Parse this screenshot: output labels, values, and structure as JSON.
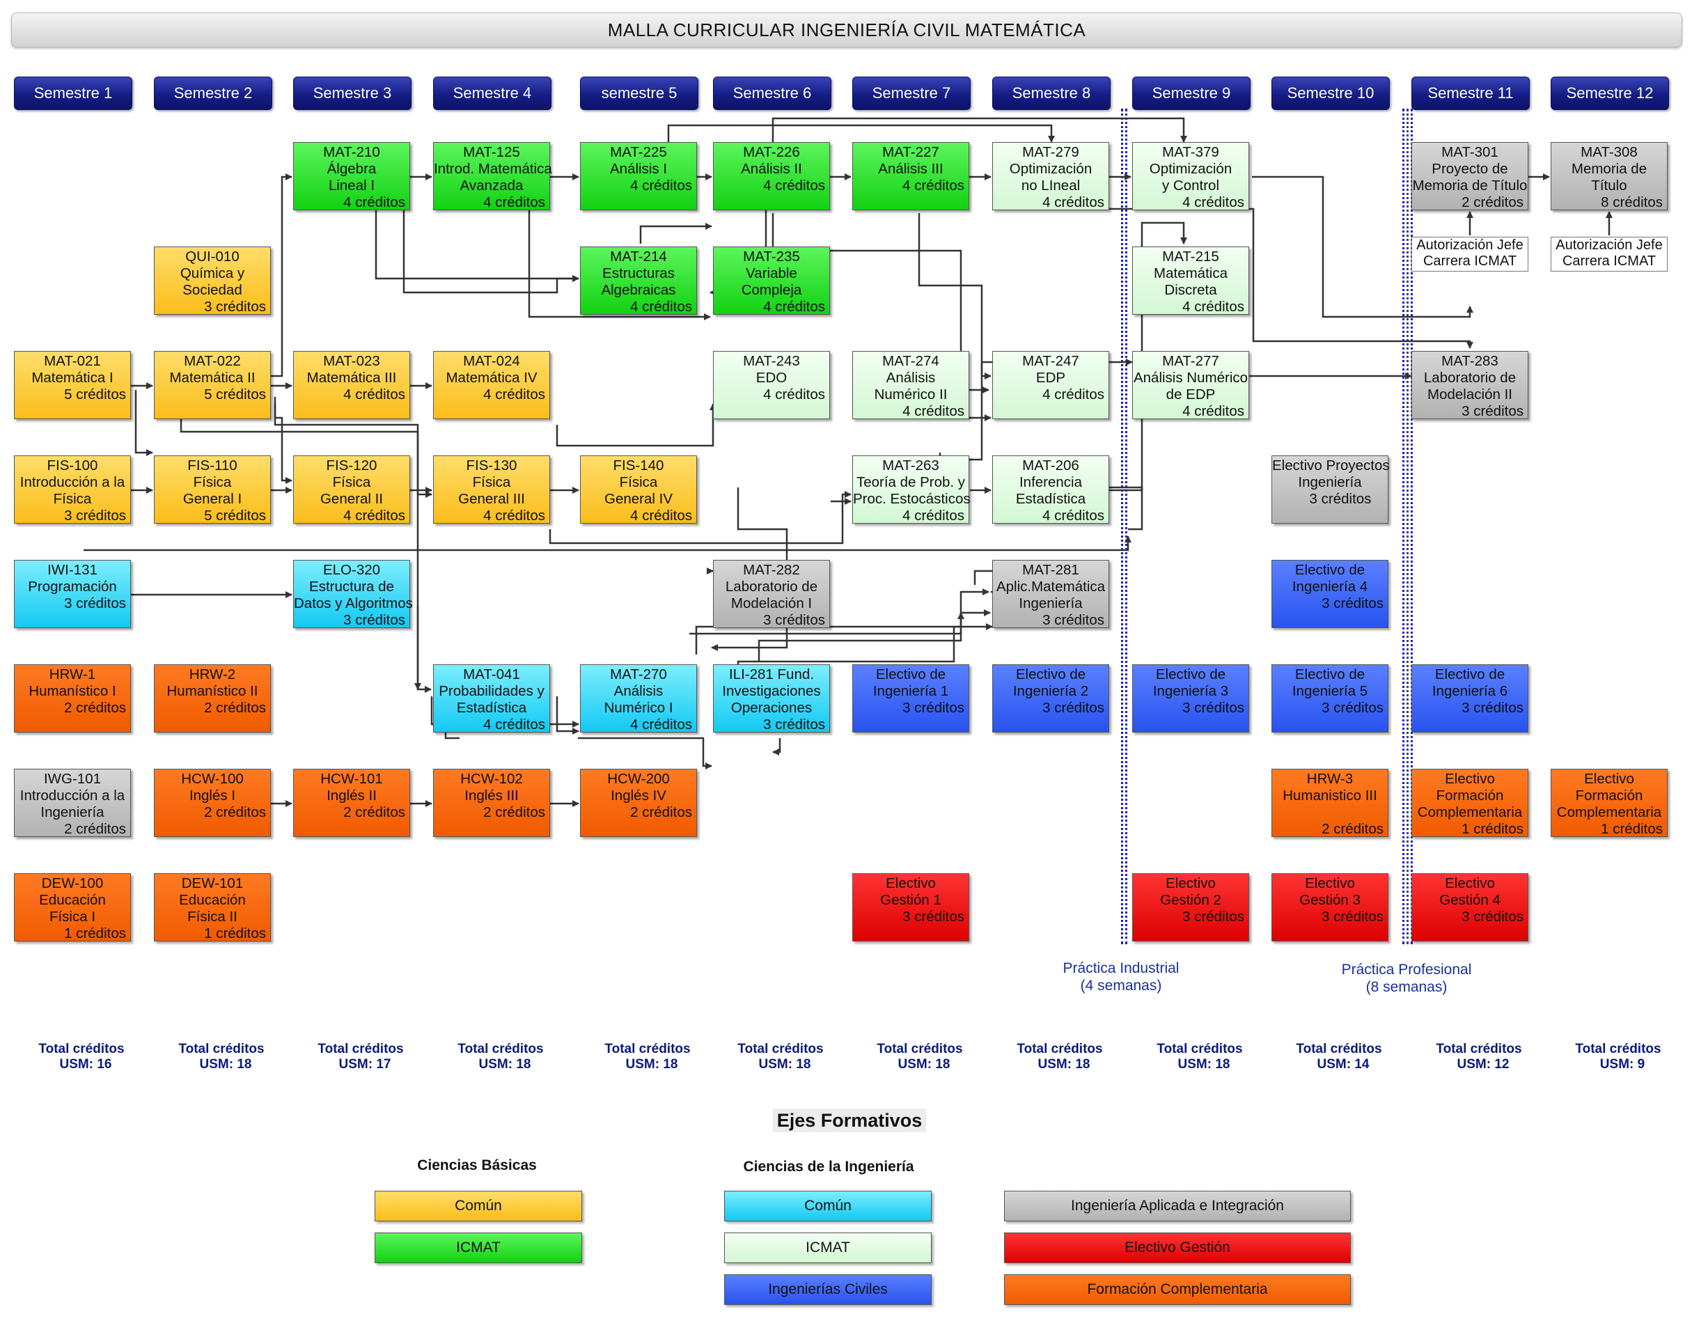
{
  "title": "MALLA CURRICULAR INGENIERÍA CIVIL MATEMÁTICA",
  "semesters": [
    "Semestre 1",
    "Semestre 2",
    "Semestre 3",
    "Semestre 4",
    "semestre 5",
    "Semestre 6",
    "Semestre 7",
    "Semestre 8",
    "Semestre 9",
    "Semestre 10",
    "Semestre 11",
    "Semestre 12"
  ],
  "courses": {
    "mat210": {
      "lines": [
        "MAT-210",
        "Álgebra",
        "Lineal I"
      ],
      "credits": "4 créditos"
    },
    "mat125": {
      "lines": [
        "MAT-125",
        "Introd. Matemática",
        "Avanzada"
      ],
      "credits": "4 créditos"
    },
    "mat225": {
      "lines": [
        "MAT-225",
        "Análisis I"
      ],
      "credits": "4 créditos"
    },
    "mat226": {
      "lines": [
        "MAT-226",
        "Análisis II"
      ],
      "credits": "4 créditos"
    },
    "mat227": {
      "lines": [
        "MAT-227",
        "Análisis III"
      ],
      "credits": "4 créditos"
    },
    "mat279": {
      "lines": [
        "MAT-279",
        "Optimización",
        "no LIneal"
      ],
      "credits": "4 créditos"
    },
    "mat379": {
      "lines": [
        "MAT-379",
        "Optimización",
        "y Control"
      ],
      "credits": "4 créditos"
    },
    "mat301": {
      "lines": [
        "MAT-301",
        "Proyecto de",
        "Memoria de Título"
      ],
      "credits": "2 créditos"
    },
    "mat308": {
      "lines": [
        "MAT-308",
        "Memoria de",
        "Título"
      ],
      "credits": "8 créditos"
    },
    "qui010": {
      "lines": [
        "QUI-010",
        "Química y",
        "Sociedad"
      ],
      "credits": "3 créditos"
    },
    "mat214": {
      "lines": [
        "MAT-214",
        "Estructuras",
        "Algebraicas"
      ],
      "credits": "4 créditos"
    },
    "mat235": {
      "lines": [
        "MAT-235",
        "Variable",
        "Compleja"
      ],
      "credits": "4 créditos"
    },
    "mat215": {
      "lines": [
        "MAT-215",
        "Matemática",
        "Discreta"
      ],
      "credits": "4 créditos"
    },
    "mat021": {
      "lines": [
        "MAT-021",
        "Matemática I"
      ],
      "credits": "5 créditos"
    },
    "mat022": {
      "lines": [
        "MAT-022",
        "Matemática II"
      ],
      "credits": "5 créditos"
    },
    "mat023": {
      "lines": [
        "MAT-023",
        "Matemática III"
      ],
      "credits": "4 créditos"
    },
    "mat024": {
      "lines": [
        "MAT-024",
        "Matemática IV"
      ],
      "credits": "4 créditos"
    },
    "mat243": {
      "lines": [
        "MAT-243",
        "EDO"
      ],
      "credits": "4 créditos"
    },
    "mat274": {
      "lines": [
        "MAT-274",
        "Análisis",
        "Numérico II"
      ],
      "credits": "4 créditos"
    },
    "mat247": {
      "lines": [
        "MAT-247",
        "EDP"
      ],
      "credits": "4 créditos"
    },
    "mat277": {
      "lines": [
        "MAT-277",
        "Análisis Numérico",
        "de EDP"
      ],
      "credits": "4 créditos"
    },
    "mat283": {
      "lines": [
        "MAT-283",
        "Laboratorio de",
        "Modelación II"
      ],
      "credits": "3 créditos"
    },
    "fis100": {
      "lines": [
        "FIS-100",
        "Introducción a la",
        "Física"
      ],
      "credits": "3 créditos"
    },
    "fis110": {
      "lines": [
        "FIS-110",
        "Física",
        "General I"
      ],
      "credits": "5 créditos"
    },
    "fis120": {
      "lines": [
        "FIS-120",
        "Física",
        "General II"
      ],
      "credits": "4 créditos"
    },
    "fis130": {
      "lines": [
        "FIS-130",
        "Física",
        "General III"
      ],
      "credits": "4 créditos"
    },
    "fis140": {
      "lines": [
        "FIS-140",
        "Física",
        "General IV"
      ],
      "credits": "4 créditos"
    },
    "mat263": {
      "lines": [
        "MAT-263",
        "Teoría de Prob. y",
        "Proc. Estocásticos"
      ],
      "credits": "4 créditos"
    },
    "mat206": {
      "lines": [
        "MAT-206",
        "Inferencia",
        "Estadística"
      ],
      "credits": "4 créditos"
    },
    "elecproy": {
      "lines": [
        "Electivo Proyectos",
        "Ingeniería"
      ],
      "credits": "3 créditos"
    },
    "iwi131": {
      "lines": [
        "IWI-131",
        "Programación"
      ],
      "credits": "3 créditos"
    },
    "elo320": {
      "lines": [
        "ELO-320",
        "Estructura de",
        "Datos y Algoritmos"
      ],
      "credits": "3 créditos"
    },
    "mat282": {
      "lines": [
        "MAT-282",
        "Laboratorio de",
        "Modelación I"
      ],
      "credits": "3 créditos"
    },
    "mat281": {
      "lines": [
        "MAT-281",
        "Aplic.Matemática",
        "Ingeniería"
      ],
      "credits": "3 créditos"
    },
    "elecing4": {
      "lines": [
        "Electivo de",
        "Ingeniería 4"
      ],
      "credits": "3 créditos"
    },
    "hrw1": {
      "lines": [
        "HRW-1",
        "Humanístico I"
      ],
      "credits": "2 créditos"
    },
    "hrw2": {
      "lines": [
        "HRW-2",
        "Humanístico II"
      ],
      "credits": "2 créditos"
    },
    "mat041": {
      "lines": [
        "MAT-041",
        "Probabilidades y",
        "Estadística"
      ],
      "credits": "4 créditos"
    },
    "mat270": {
      "lines": [
        "MAT-270",
        "Análisis",
        "Numérico I"
      ],
      "credits": "4 créditos"
    },
    "ili281": {
      "lines": [
        "ILI-281 Fund.",
        "Investigaciones",
        "Operaciones"
      ],
      "credits": "3 créditos"
    },
    "elecing1": {
      "lines": [
        "Electivo de",
        "Ingeniería 1"
      ],
      "credits": "3 créditos"
    },
    "elecing2": {
      "lines": [
        "Electivo de",
        "Ingeniería 2"
      ],
      "credits": "3 créditos"
    },
    "elecing3": {
      "lines": [
        "Electivo de",
        "Ingeniería 3"
      ],
      "credits": "3 créditos"
    },
    "elecing5": {
      "lines": [
        "Electivo de",
        "Ingeniería 5"
      ],
      "credits": "3 créditos"
    },
    "elecing6": {
      "lines": [
        "Electivo de",
        "Ingeniería 6"
      ],
      "credits": "3 créditos"
    },
    "iwg101": {
      "lines": [
        "IWG-101",
        "Introducción a la",
        "Ingeniería"
      ],
      "credits": "2 créditos"
    },
    "hcw100": {
      "lines": [
        "HCW-100",
        "Inglés I"
      ],
      "credits": "2 créditos"
    },
    "hcw101": {
      "lines": [
        "HCW-101",
        "Inglés II"
      ],
      "credits": "2 créditos"
    },
    "hcw102": {
      "lines": [
        "HCW-102",
        "Inglés III"
      ],
      "credits": "2 créditos"
    },
    "hcw200": {
      "lines": [
        "HCW-200",
        "Inglés IV"
      ],
      "credits": "2 créditos"
    },
    "hrw3": {
      "lines": [
        "HRW-3",
        "Humanistico III",
        ""
      ],
      "credits": "2 créditos"
    },
    "elecform11": {
      "lines": [
        "Electivo",
        "Formación",
        "Complementaria"
      ],
      "credits": "1 créditos"
    },
    "elecform12": {
      "lines": [
        "Electivo",
        "Formación",
        "Complementaria"
      ],
      "credits": "1 créditos"
    },
    "dew100": {
      "lines": [
        "DEW-100",
        "Educación",
        "Física I"
      ],
      "credits": "1 créditos"
    },
    "dew101": {
      "lines": [
        "DEW-101",
        "Educación",
        "Física II"
      ],
      "credits": "1 créditos"
    },
    "elecg1": {
      "lines": [
        "Electivo",
        "Gestión 1"
      ],
      "credits": "3 créditos"
    },
    "elecg2": {
      "lines": [
        "Electivo",
        "Gestión 2"
      ],
      "credits": "3 créditos"
    },
    "elecg3": {
      "lines": [
        "Electivo",
        "Gestión 3"
      ],
      "credits": "3 créditos"
    },
    "elecg4": {
      "lines": [
        "Electivo",
        "Gestión 4"
      ],
      "credits": "3 créditos"
    }
  },
  "notes": {
    "auth11": [
      "Autorización Jefe",
      "Carrera ICMAT"
    ],
    "auth12": [
      "Autorización Jefe",
      "Carrera ICMAT"
    ]
  },
  "practices": {
    "industrial": [
      "Práctica Industrial",
      "(4 semanas)"
    ],
    "profesional": [
      "Práctica Profesional",
      "(8 semanas)"
    ]
  },
  "totals": {
    "label": "Total créditos",
    "values": [
      "USM: 16",
      "USM: 18",
      "USM: 17",
      "USM: 18",
      "USM: 18",
      "USM: 18",
      "USM: 18",
      "USM: 18",
      "USM: 18",
      "USM: 14",
      "USM: 12",
      "USM: 9"
    ]
  },
  "legend": {
    "title": "Ejes Formativos",
    "basicas_title": "Ciencias Básicas",
    "ingenieria_title": "Ciencias de la Ingeniería",
    "items": {
      "cb_comun": "Común",
      "cb_icmat": "ICMAT",
      "ci_comun": "Común",
      "ci_icmat": "ICMAT",
      "ing_civiles": "Ingenierías Civiles",
      "aplicada": "Ingeniería Aplicada  e Integración",
      "gestion": "Electivo Gestión",
      "formacion": "Formación Complementaria"
    }
  }
}
